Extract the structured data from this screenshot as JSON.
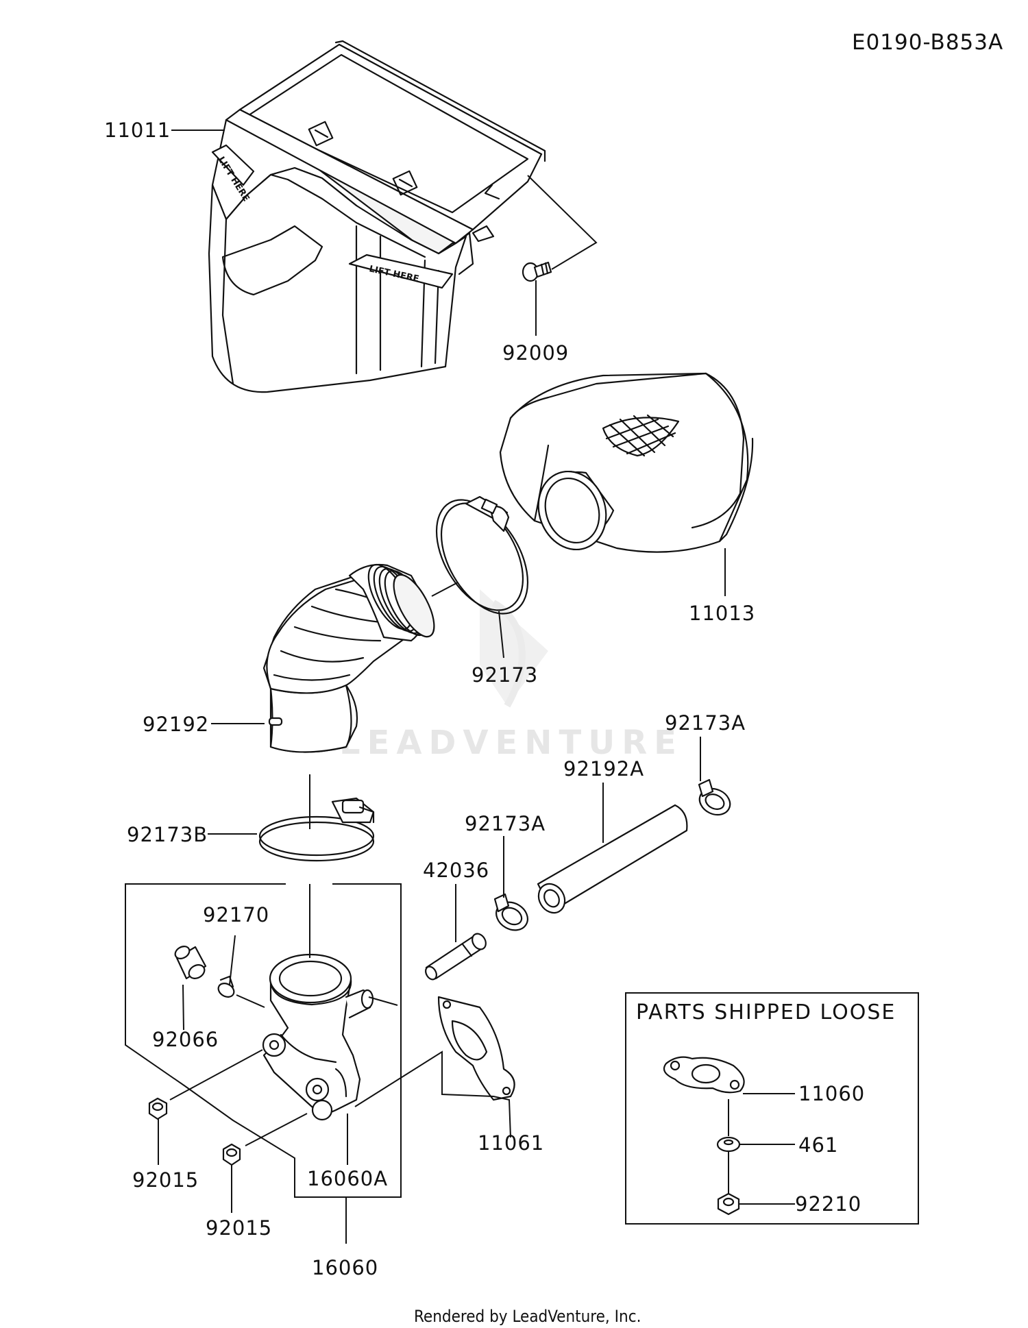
{
  "diagram_code": "E0190-B853A",
  "footer": "Rendered by LeadVenture, Inc.",
  "watermark": "LEADVENTURE",
  "stencil_text": "LIFT HERE",
  "box_title": "PARTS SHIPPED LOOSE",
  "labels": {
    "p11011": "11011",
    "p92009": "92009",
    "p11013": "11013",
    "p92173": "92173",
    "p92192": "92192",
    "p92173A_top": "92173A",
    "p92192A": "92192A",
    "p92173A_mid": "92173A",
    "p92173B": "92173B",
    "p42036": "42036",
    "p92170": "92170",
    "p92066": "92066",
    "p11061": "11061",
    "p16060A": "16060A",
    "p92015_left": "92015",
    "p92015_right": "92015",
    "p16060": "16060",
    "p11060": "11060",
    "p461": "461",
    "p92210": "92210"
  }
}
